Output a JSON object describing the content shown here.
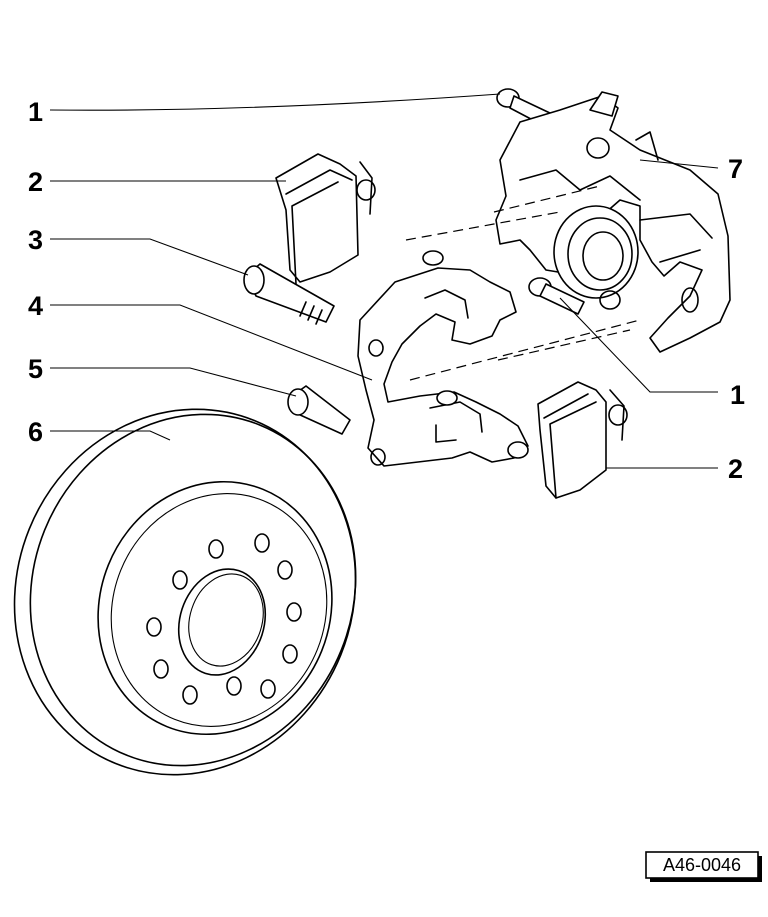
{
  "callouts": [
    {
      "id": "c1a",
      "label": "1"
    },
    {
      "id": "c2a",
      "label": "2"
    },
    {
      "id": "c3",
      "label": "3"
    },
    {
      "id": "c4",
      "label": "4"
    },
    {
      "id": "c5",
      "label": "5"
    },
    {
      "id": "c6",
      "label": "6"
    },
    {
      "id": "c7",
      "label": "7"
    },
    {
      "id": "c1b",
      "label": "1"
    },
    {
      "id": "c2b",
      "label": "2"
    }
  ],
  "reference_code": "A46-0046"
}
